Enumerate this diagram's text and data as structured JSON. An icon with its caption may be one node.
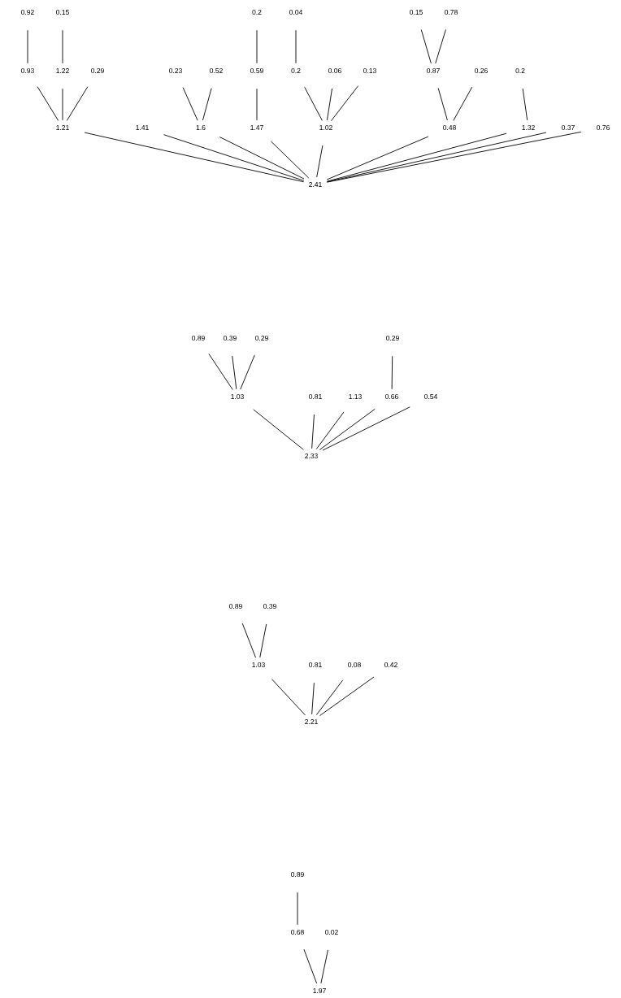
{
  "diagram": {
    "nodes": [
      {
        "text": [
          "0.92"
        ]
      },
      {
        "text": [
          "0.15"
        ]
      },
      {
        "text": [
          "0.2"
        ]
      },
      {
        "text": [
          "0.04"
        ]
      },
      {
        "text": [
          "0.15"
        ]
      },
      {
        "text": [
          "0.78"
        ]
      },
      {
        "text": [
          "0.93"
        ]
      },
      {
        "text": [
          "1.22"
        ]
      },
      {
        "text": [
          "0.29"
        ]
      },
      {
        "text": [
          "0.23"
        ]
      },
      {
        "text": [
          "0.52"
        ]
      },
      {
        "text": [
          "0.59"
        ]
      },
      {
        "text": [
          "0.2"
        ]
      },
      {
        "text": [
          "0.06"
        ]
      },
      {
        "text": [
          "0.13"
        ]
      },
      {
        "text": [
          "0.87"
        ]
      },
      {
        "text": [
          "0.26"
        ]
      },
      {
        "text": [
          "0.2"
        ]
      },
      {
        "text": [
          "1.21"
        ]
      },
      {
        "text": [
          "1.41"
        ]
      },
      {
        "text": [
          "1.6"
        ]
      },
      {
        "text": [
          "1.47"
        ]
      },
      {
        "text": [
          "1.02"
        ]
      },
      {
        "text": [
          "0.48"
        ]
      },
      {
        "text": [
          "1.32"
        ]
      },
      {
        "text": [
          "0.37"
        ]
      },
      {
        "text": [
          "0.76"
        ]
      },
      {
        "text": [
          "2.41"
        ]
      },
      {
        "text": [
          "0.89"
        ]
      },
      {
        "text": [
          "0.39"
        ]
      },
      {
        "text": [
          "0.29"
        ]
      },
      {
        "text": [
          "0.29"
        ]
      },
      {
        "text": [
          "1.03"
        ]
      },
      {
        "text": [
          "0.81"
        ]
      },
      {
        "text": [
          "1.13"
        ]
      },
      {
        "text": [
          "0.66"
        ]
      },
      {
        "text": [
          "0.54"
        ]
      },
      {
        "text": [
          "2.33"
        ]
      },
      {
        "text": [
          "0.89"
        ]
      },
      {
        "text": [
          "0.39"
        ]
      },
      {
        "text": [
          "1.03"
        ]
      },
      {
        "text": [
          "0.81"
        ]
      },
      {
        "text": [
          "0.08"
        ]
      },
      {
        "text": [
          "0.42"
        ]
      },
      {
        "text": [
          "2.21"
        ]
      },
      {
        "text": [
          "0.89"
        ]
      },
      {
        "text": [
          "0.68"
        ]
      },
      {
        "text": [
          "0.02"
        ]
      },
      {
        "text": [
          "1.97"
        ]
      }
    ],
    "edges": [
      {
        "from": 0,
        "to": 6,
        "arrow": "none"
      },
      {
        "from": 1,
        "to": 7,
        "arrow": "none"
      },
      {
        "from": 2,
        "to": 11,
        "arrow": "none"
      },
      {
        "from": 3,
        "to": 12,
        "arrow": "none"
      },
      {
        "from": 4,
        "to": 15,
        "arrow": "none"
      },
      {
        "from": 5,
        "to": 15,
        "arrow": "none"
      },
      {
        "from": 6,
        "to": 18,
        "arrow": "none"
      },
      {
        "from": 7,
        "to": 18,
        "arrow": "none"
      },
      {
        "from": 8,
        "to": 18,
        "arrow": "none"
      },
      {
        "from": 9,
        "to": 20,
        "arrow": "none"
      },
      {
        "from": 10,
        "to": 20,
        "arrow": "none"
      },
      {
        "from": 11,
        "to": 21,
        "arrow": "none"
      },
      {
        "from": 12,
        "to": 22,
        "arrow": "none"
      },
      {
        "from": 13,
        "to": 22,
        "arrow": "none"
      },
      {
        "from": 14,
        "to": 22,
        "arrow": "none"
      },
      {
        "from": 15,
        "to": 23,
        "arrow": "none"
      },
      {
        "from": 16,
        "to": 23,
        "arrow": "none"
      },
      {
        "from": 17,
        "to": 24,
        "arrow": "none"
      },
      {
        "from": 18,
        "to": 27,
        "arrow": "none"
      },
      {
        "from": 19,
        "to": 27,
        "arrow": "none"
      },
      {
        "from": 20,
        "to": 27,
        "arrow": "none"
      },
      {
        "from": 21,
        "to": 27,
        "arrow": "none"
      },
      {
        "from": 22,
        "to": 27,
        "arrow": "none"
      },
      {
        "from": 23,
        "to": 27,
        "arrow": "none"
      },
      {
        "from": 24,
        "to": 27,
        "arrow": "none"
      },
      {
        "from": 25,
        "to": 27,
        "arrow": "none"
      },
      {
        "from": 26,
        "to": 27,
        "arrow": "none"
      },
      {
        "from": 28,
        "to": 32,
        "arrow": "none"
      },
      {
        "from": 29,
        "to": 32,
        "arrow": "none"
      },
      {
        "from": 30,
        "to": 32,
        "arrow": "none"
      },
      {
        "from": 31,
        "to": 35,
        "arrow": "none"
      },
      {
        "from": 32,
        "to": 37,
        "arrow": "none"
      },
      {
        "from": 33,
        "to": 37,
        "arrow": "none"
      },
      {
        "from": 34,
        "to": 37,
        "arrow": "none"
      },
      {
        "from": 35,
        "to": 37,
        "arrow": "none"
      },
      {
        "from": 36,
        "to": 37,
        "arrow": "none"
      },
      {
        "from": 38,
        "to": 40,
        "arrow": "none"
      },
      {
        "from": 39,
        "to": 40,
        "arrow": "none"
      },
      {
        "from": 40,
        "to": 44,
        "arrow": "none"
      },
      {
        "from": 41,
        "to": 44,
        "arrow": "none"
      },
      {
        "from": 42,
        "to": 44,
        "arrow": "none"
      },
      {
        "from": 43,
        "to": 44,
        "arrow": "none"
      },
      {
        "from": 45,
        "to": 46,
        "arrow": "none"
      },
      {
        "from": 46,
        "to": 48,
        "arrow": "none"
      },
      {
        "from": 47,
        "to": 48,
        "arrow": "none"
      }
    ]
  }
}
